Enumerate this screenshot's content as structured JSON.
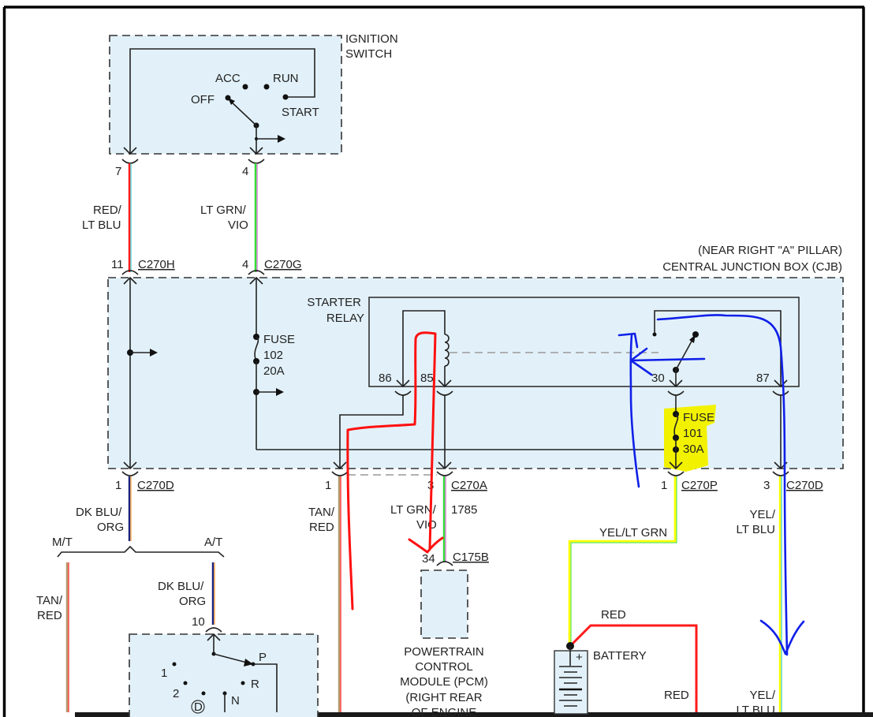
{
  "diagram": {
    "title": "Starter circuit wiring diagram",
    "components": {
      "ignition_switch": {
        "label_line1": "IGNITION",
        "label_line2": "SWITCH",
        "positions": [
          "ACC",
          "RUN",
          "OFF",
          "START"
        ]
      },
      "cjb": {
        "location": "(NEAR RIGHT \"A\" PILLAR)",
        "label": "CENTRAL JUNCTION BOX (CJB)"
      },
      "starter_relay": {
        "label_line1": "STARTER",
        "label_line2": "RELAY",
        "pins": [
          "86",
          "85",
          "30",
          "87"
        ]
      },
      "fuse_102": {
        "line1": "FUSE",
        "line2": "102",
        "line3": "20A"
      },
      "fuse_101": {
        "line1": "FUSE",
        "line2": "101",
        "line3": "30A"
      },
      "pcm": {
        "line1": "POWERTRAIN",
        "line2": "CONTROL",
        "line3": "MODULE (PCM)",
        "line4": "(RIGHT REAR",
        "line5": "OF ENGINE"
      },
      "battery": {
        "label": "BATTERY",
        "plus": "+"
      },
      "range_switch": {
        "positions": [
          "P",
          "R",
          "N",
          "1",
          "2",
          "D"
        ]
      }
    },
    "pins": {
      "ign_7": "7",
      "ign_4": "4",
      "c270h_pin": "11",
      "c270g_pin": "4",
      "c270d_left_pin": "1",
      "c270_tan_pin": "1",
      "c270a_pin": "3",
      "c270p_pin": "1",
      "c270d_right_pin": "3",
      "c175b_pin": "34",
      "range_pin": "10"
    },
    "connectors": {
      "c270h": "C270H",
      "c270g": "C270G",
      "c270d": "C270D",
      "c270a": "C270A",
      "c270p": "C270P",
      "c270d_right": "C270D",
      "c175b": "C175B"
    },
    "wires": {
      "red_ltblu_1": "RED/",
      "red_ltblu_2": "LT BLU",
      "ltgrn_vio_1": "LT GRN/",
      "ltgrn_vio_2": "VIO",
      "dkblu_org_1": "DK BLU/",
      "dkblu_org_2": "ORG",
      "tan_red_1": "TAN/",
      "tan_red_2": "RED",
      "ltgrn_vio_pcm_1": "LT GRN/",
      "ltgrn_vio_pcm_2": "VIO",
      "circuit_1785": "1785",
      "yel_ltgrn": "YEL/LT GRN",
      "yel_ltblu_1": "YEL/",
      "yel_ltblu_2": "LT BLU",
      "red_top": "RED",
      "red_right": "RED"
    },
    "branches": {
      "mt": "M/T",
      "at": "A/T"
    },
    "wire_colors": {
      "red": "#ff1a1a",
      "lt_blue": "#33cccc",
      "lt_green": "#33dd33",
      "violet": "#cc66cc",
      "dk_blue": "#1a237e",
      "orange": "#ff9a2e",
      "tan": "#b59a6a",
      "yellow": "#ffff00"
    },
    "annotation_colors": {
      "red_ink": "#ff1010",
      "blue_ink": "#1020e8",
      "highlight": "#f2f200"
    }
  }
}
